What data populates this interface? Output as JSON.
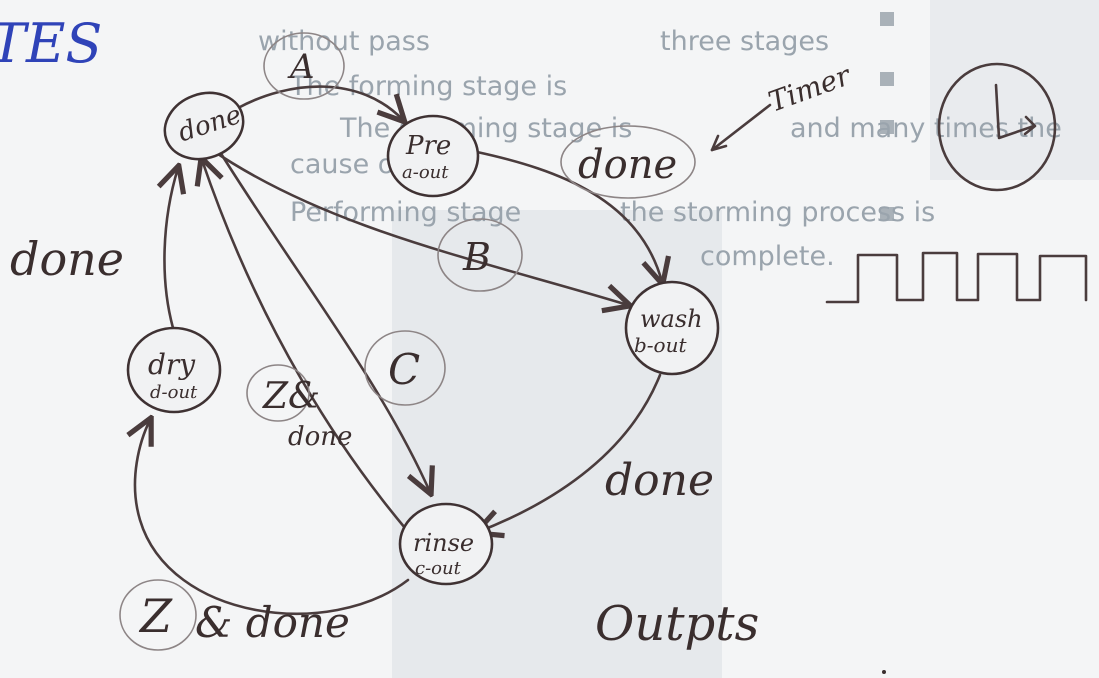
{
  "heading": "TES",
  "background_text": {
    "line1": "without pass",
    "line1b": "three stages",
    "bullet1": "The forming stage is",
    "bullet2": "The storming stage is",
    "bullet2b": "and many times the",
    "bullet2c": "cause of",
    "bullet3": "Performing stage",
    "bullet3b": "the storming process is",
    "bullet3c": "complete."
  },
  "states": {
    "done": "done",
    "pre_1": "Pre",
    "pre_2": "a-out",
    "wash_1": "wash",
    "wash_2": "b-out",
    "rinse_1": "rinse",
    "rinse_2": "c-out",
    "dry_1": "dry",
    "dry_2": "d-out"
  },
  "transitions": {
    "a": "A",
    "b": "B",
    "c": "C",
    "pre_to_wash": "done",
    "timer": "Timer",
    "dry_to_done": "done",
    "wash_to_rinse": "done",
    "z_done_1": "Z&",
    "z_done_2": "done",
    "rinse_to_dry_z": "Z",
    "rinse_to_dry_done": "& done"
  },
  "outputs": "Outpts"
}
